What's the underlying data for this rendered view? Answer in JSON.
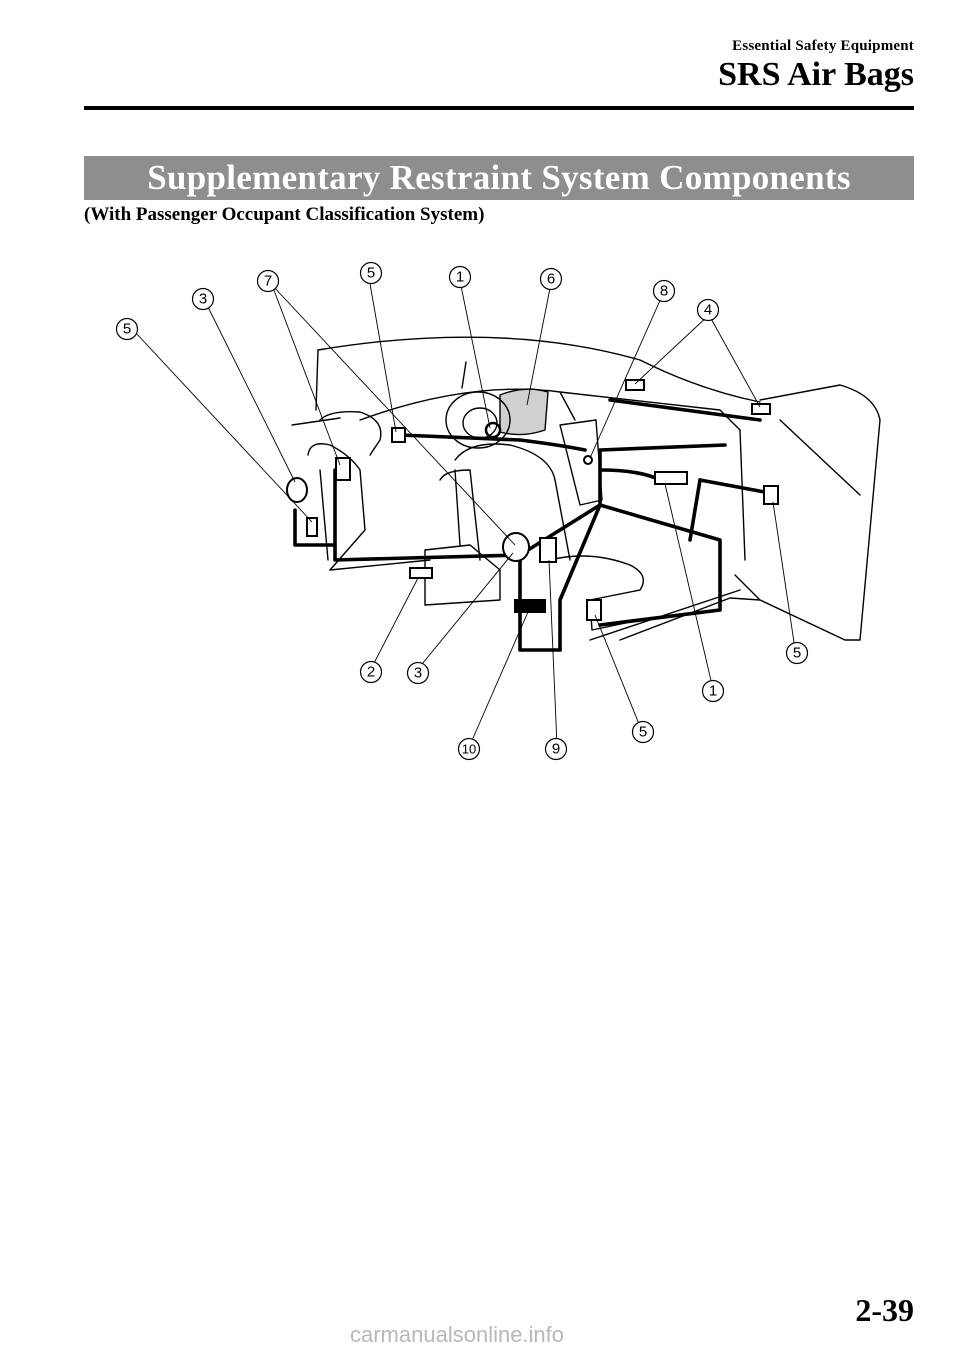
{
  "header": {
    "section": "Essential Safety Equipment",
    "title": "SRS Air Bags"
  },
  "banner": {
    "title": "Supplementary Restraint System Components"
  },
  "subheading": "(With Passenger Occupant Classification System)",
  "diagram": {
    "callouts": [
      "5",
      "3",
      "7",
      "5",
      "1",
      "6",
      "8",
      "4",
      "2",
      "3",
      "1",
      "5",
      "10",
      "9",
      "5"
    ]
  },
  "footer": {
    "page_number": "2-39",
    "site": "carmanualsonline.info"
  }
}
